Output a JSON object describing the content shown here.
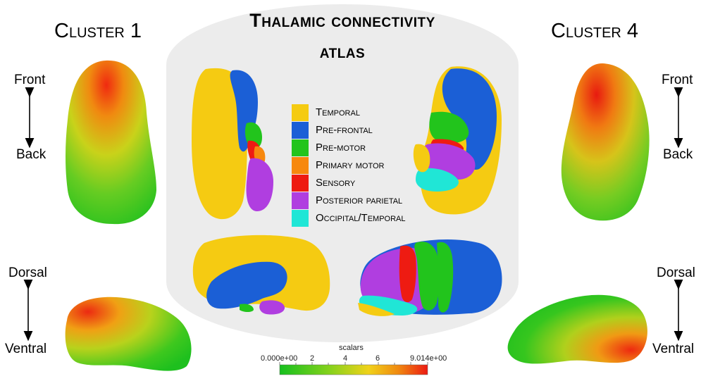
{
  "title": {
    "line1": "Thalamic connectivity",
    "line2": "atlas"
  },
  "clusters": {
    "left": "Cluster 1",
    "right": "Cluster 4"
  },
  "orientation": {
    "front": "Front",
    "back": "Back",
    "dorsal": "Dorsal",
    "ventral": "Ventral"
  },
  "legend": [
    {
      "label": "Temporal",
      "color": "#f5cb12"
    },
    {
      "label": "Pre-frontal",
      "color": "#1b5fd6"
    },
    {
      "label": "Pre-motor",
      "color": "#22c41c"
    },
    {
      "label": "Primary motor",
      "color": "#f7880e"
    },
    {
      "label": "Sensory",
      "color": "#ee1b12"
    },
    {
      "label": "Posterior parietal",
      "color": "#b03ee0"
    },
    {
      "label": "Occipital/Temporal",
      "color": "#20e6d6"
    }
  ],
  "colorbar": {
    "title": "scalars",
    "min_label": "0.000e+00",
    "max_label": "9.014e+00",
    "ticks": [
      "2",
      "4",
      "6"
    ]
  }
}
